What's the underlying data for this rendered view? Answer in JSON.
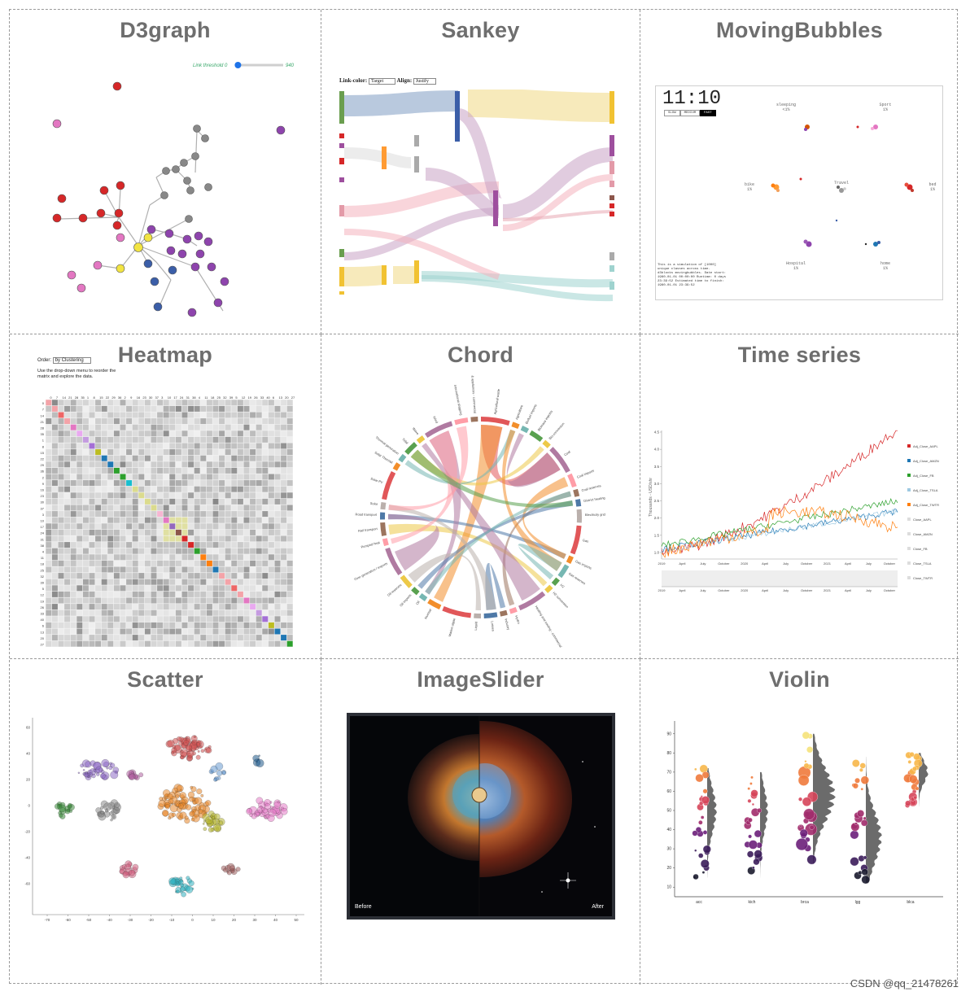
{
  "panels": {
    "d3graph": {
      "title": "D3graph",
      "threshold_label": "Link threshold",
      "threshold_min": "0",
      "threshold_max": "940",
      "threshold_value": 0.1
    },
    "sankey": {
      "title": "Sankey",
      "link_color_label": "Link-color:",
      "link_color_value": "Target",
      "align_label": "Align:",
      "align_value": "Justify"
    },
    "moving_bubbles": {
      "title": "MovingBubbles",
      "clock": "11:10",
      "speed_buttons": [
        "SLOW",
        "MEDIUM",
        "FAST"
      ],
      "groups": [
        {
          "name": "sleeping",
          "pct": "<1%"
        },
        {
          "name": "Sport",
          "pct": "1%"
        },
        {
          "name": "bike",
          "pct": "1%"
        },
        {
          "name": "Travel",
          "pct": ""
        },
        {
          "name": "bed",
          "pct": "1%"
        },
        {
          "name": "Hospital",
          "pct": "1%"
        },
        {
          "name": "home",
          "pct": "1%"
        }
      ],
      "info_lines": [
        "This is a simulation of [1000]",
        "unique classes across time.",
        "d3blocks movingbubbles. Date start:",
        "1980-01-01 00:00:00 Runtime: 0 days",
        "23:39:52 Estimated time to finish:",
        "1980-01-01 23:39:52"
      ]
    },
    "heatmap": {
      "title": "Heatmap",
      "order_label": "Order:",
      "order_value": "by Clustering",
      "hint": "Use the drop-down menu to reorder the matrix and explore the data."
    },
    "chord": {
      "title": "Chord",
      "labels": [
        "Agricultural waste",
        "Agriculture",
        "Biofuel imports",
        "Biomass imports",
        "Bio-conversion",
        "Coal",
        "Coal imports",
        "Coal reserves",
        "District heating",
        "Electricity grid",
        "Gas",
        "Gas imports",
        "Gas reserves",
        "H2",
        "H2 conversion",
        "Heating and cooling - commercial",
        "Hydro",
        "Industry",
        "Losses",
        "Liquid",
        "Marine algae",
        "Nuclear",
        "Oil",
        "Oil imports",
        "Oil reserves",
        "Over generation / exports",
        "Pumped heat",
        "Rail transport",
        "Road transport",
        "Solar",
        "Solar PV",
        "Solar Thermal",
        "Thermal generation",
        "Tidal",
        "Wave",
        "Wind",
        "International shipping",
        "Lighting & appliances - commercial"
      ]
    },
    "time_series": {
      "title": "Time series",
      "ylabel": "Thousands - USD/shr",
      "x_ticks": [
        "2019",
        "April",
        "July",
        "October",
        "2020",
        "April",
        "July",
        "October",
        "2021",
        "April",
        "July",
        "October"
      ],
      "y_ticks": [
        "1.0",
        "1.5",
        "2.0",
        "2.5",
        "3.0",
        "3.5",
        "4.0",
        "4.5"
      ],
      "legend": [
        "Adj_Close_AAPL",
        "Adj_Close_AMZN",
        "Adj_Close_FB",
        "Adj_Close_TSLA",
        "Adj_Close_TWTR",
        "Close_AAPL",
        "Close_AMZN",
        "Close_FB",
        "Close_TSLA",
        "Close_TWTR"
      ],
      "colors": [
        "#d62728",
        "#1f77b4",
        "#2ca02c",
        "#9ec9e2",
        "#ff7f0e",
        "#dddddd",
        "#dddddd",
        "#dddddd",
        "#dddddd",
        "#dddddd"
      ]
    },
    "scatter": {
      "title": "Scatter",
      "x_ticks": [
        "-70",
        "-60",
        "-50",
        "-40",
        "-30",
        "-20",
        "-10",
        "0",
        "10",
        "20",
        "30",
        "40",
        "50"
      ],
      "y_ticks": [
        "60",
        "40",
        "20",
        "0",
        "-20",
        "-40",
        "-60"
      ]
    },
    "image_slider": {
      "title": "ImageSlider",
      "before_label": "Before",
      "after_label": "After"
    },
    "violin": {
      "title": "Violin",
      "categories": [
        "acc",
        "kich",
        "brca",
        "lgg",
        "blca"
      ],
      "y_ticks": [
        "90",
        "80",
        "70",
        "60",
        "50",
        "40",
        "30",
        "20",
        "10"
      ]
    }
  },
  "watermark": "CSDN @qq_21478261"
}
